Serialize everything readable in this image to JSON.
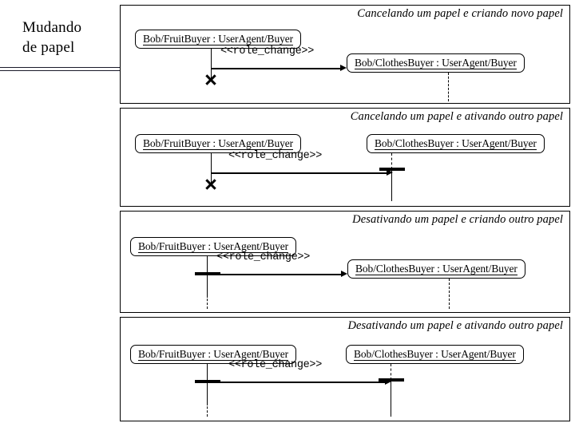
{
  "diagram": {
    "side_caption_line1": "Mudando",
    "side_caption_line2": "de papel",
    "actor_left": "Bob/FruitBuyer : UserAgent/Buyer",
    "actor_right": "Bob/ClothesBuyer : UserAgent/Buyer",
    "message_label": "<<role_change>>"
  },
  "chart_data": {
    "type": "table",
    "title": "Mudando de papel",
    "panels": [
      {
        "title": "Cancelando um papel e criando novo papel",
        "left_lifeline": "solid-then-destroyed",
        "left_marker": "destruction-x",
        "right_lifeline": "created",
        "right_marker": "creation-arrow",
        "right_box_offset": "staggered-low",
        "message": "<<role_change>>"
      },
      {
        "title": "Cancelando um papel e ativando outro papel",
        "left_lifeline": "solid-then-destroyed",
        "left_marker": "destruction-x",
        "right_lifeline": "dashed-then-solid",
        "right_marker": "activation-bar",
        "right_box_offset": "top-aligned",
        "message": "<<role_change>>"
      },
      {
        "title": "Desativando um papel e criando outro papel",
        "left_lifeline": "solid-then-dashed",
        "left_marker": "deactivation-bar",
        "right_lifeline": "created",
        "right_marker": "creation-arrow",
        "right_box_offset": "staggered-low",
        "message": "<<role_change>>"
      },
      {
        "title": "Desativando um papel e ativando outro papel",
        "left_lifeline": "solid-then-dashed",
        "left_marker": "deactivation-bar",
        "right_lifeline": "dashed-then-solid",
        "right_marker": "activation-bar",
        "right_box_offset": "top-aligned",
        "message": "<<role_change>>"
      }
    ],
    "colors": {
      "ink": "#000000",
      "background": "#ffffff",
      "rule": "#1a1a2a"
    }
  }
}
